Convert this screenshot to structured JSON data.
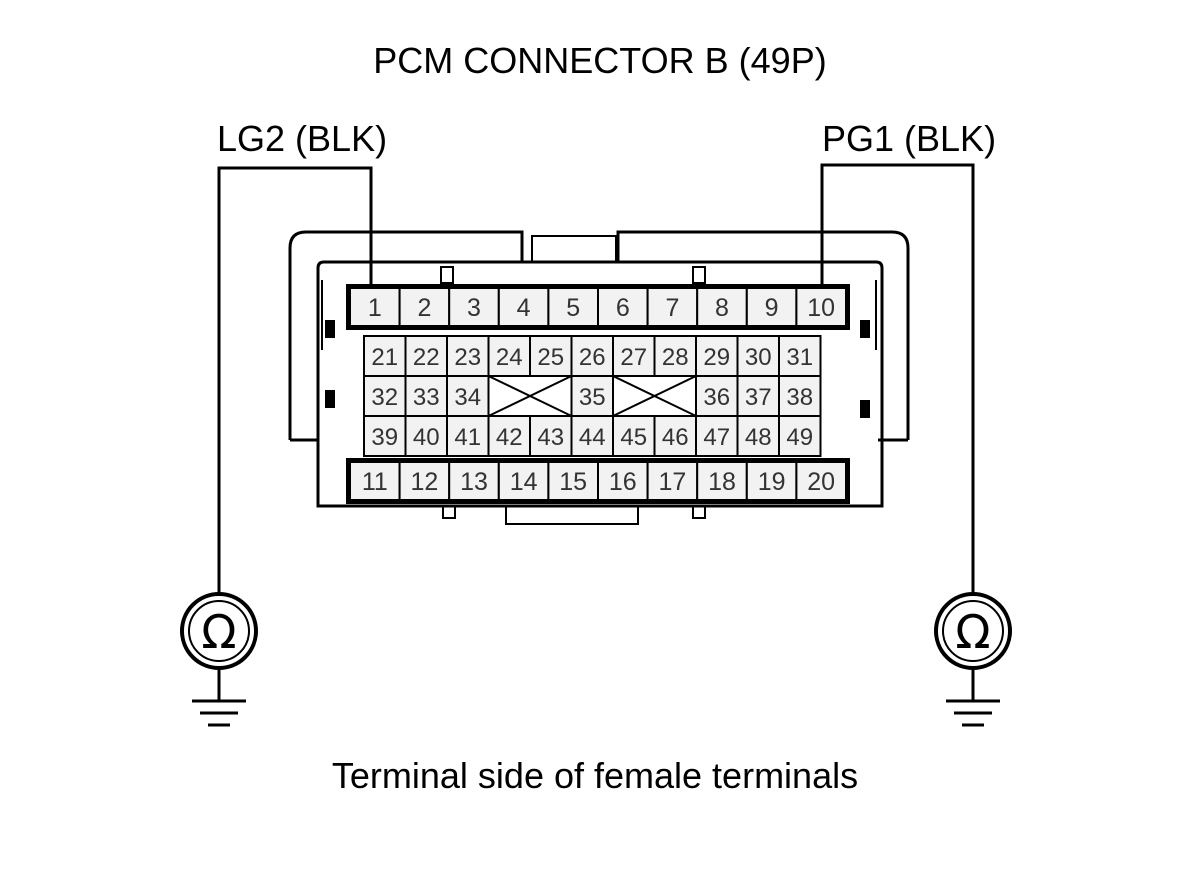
{
  "title": "PCM CONNECTOR B (49P)",
  "left_wire_label": "LG2 (BLK)",
  "right_wire_label": "PG1 (BLK)",
  "caption": "Terminal side of female terminals",
  "meter_symbol": "Ω",
  "connector": {
    "top_row": [
      "1",
      "2",
      "3",
      "4",
      "5",
      "6",
      "7",
      "8",
      "9",
      "10"
    ],
    "bottom_row": [
      "11",
      "12",
      "13",
      "14",
      "15",
      "16",
      "17",
      "18",
      "19",
      "20"
    ],
    "middle_row_1": [
      "21",
      "22",
      "23",
      "24",
      "25",
      "26",
      "27",
      "28",
      "29",
      "30",
      "31"
    ],
    "middle_row_2": [
      "32",
      "33",
      "34",
      "",
      "",
      "35",
      "",
      "",
      "36",
      "37",
      "38"
    ],
    "middle_row_3": [
      "39",
      "40",
      "41",
      "42",
      "43",
      "44",
      "45",
      "46",
      "47",
      "48",
      "49"
    ],
    "empty_cells": "crossed"
  },
  "icons": [
    "ohmmeter-icon",
    "ground-icon"
  ],
  "colors": {
    "line": "#000000",
    "cell_fill": "#f2f2f2",
    "pin_text": "#333333"
  }
}
